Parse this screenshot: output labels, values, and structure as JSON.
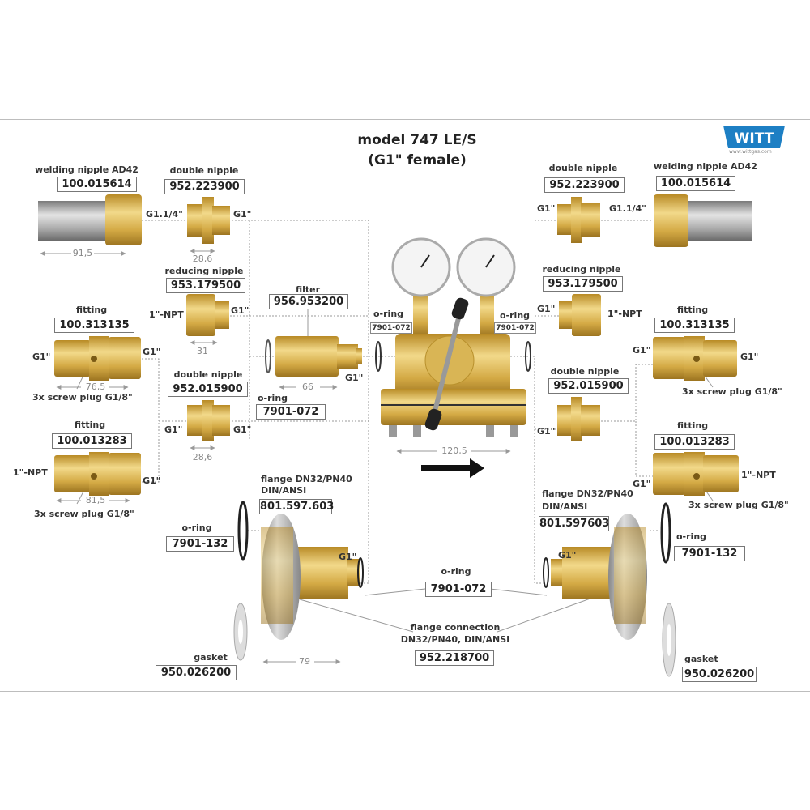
{
  "title": {
    "line1": "model 747 LE/S",
    "line2": "(G1\" female)"
  },
  "logo": {
    "text": "WITT",
    "url": "www.wittgas.com",
    "color": "#1d7fc4"
  },
  "colors": {
    "brass": "#d4aa45",
    "steel": "#9a9a9a",
    "line": "#999999"
  },
  "left": {
    "welding_nipple": {
      "label": "welding nipple AD42",
      "part": "100.015614",
      "dim": "91,5",
      "thread": "G1.1/4\""
    },
    "double_nipple_top": {
      "label": "double nipple",
      "part": "952.223900",
      "dim": "28,6",
      "thread": "G1\""
    },
    "reducing_nipple": {
      "label": "reducing nipple",
      "part": "953.179500",
      "dim": "31",
      "thread_in": "1\"-NPT",
      "thread_out": "G1\""
    },
    "fitting_1": {
      "label": "fitting",
      "part": "100.313135",
      "dim": "76,5",
      "thread_in": "G1\"",
      "thread_out": "G1\"",
      "note": "3x screw plug G1/8\""
    },
    "double_nipple_bottom": {
      "label": "double nipple",
      "part": "952.015900",
      "dim": "28,6",
      "thread_a": "G1\"",
      "thread_b": "G1\""
    },
    "fitting_2": {
      "label": "fitting",
      "part": "100.013283",
      "dim": "81,5",
      "thread_in": "1\"-NPT",
      "thread_out": "G1\"",
      "note": "3x screw plug G1/8\""
    },
    "filter": {
      "label": "filter",
      "part": "956.953200",
      "dim": "66",
      "thread": "G1\""
    },
    "filter_oring": {
      "label": "o-ring",
      "part": "7901-072"
    },
    "flange": {
      "label1": "flange DN32/PN40",
      "label2": "DIN/ANSI",
      "part": "801.597.603",
      "thread": "G1\"",
      "dim": "79"
    },
    "flange_oring": {
      "label": "o-ring",
      "part": "7901-132"
    },
    "gasket": {
      "label": "gasket",
      "part": "950.026200"
    }
  },
  "center": {
    "oring_left": {
      "label": "o-ring",
      "part": "7901-072"
    },
    "oring_right": {
      "label": "o-ring",
      "part": "7901-072"
    },
    "dim": "120,5",
    "oring_bottom": {
      "label": "o-ring",
      "part": "7901-072"
    },
    "flange_connection": {
      "label1": "flange connection",
      "label2": "DN32/PN40, DIN/ANSI",
      "part": "952.218700"
    }
  },
  "right": {
    "double_nipple_top": {
      "label": "double nipple",
      "part": "952.223900",
      "thread_a": "G1\"",
      "thread_b": "G1.1/4\""
    },
    "welding_nipple": {
      "label": "welding nipple AD42",
      "part": "100.015614"
    },
    "reducing_nipple": {
      "label": "reducing nipple",
      "part": "953.179500",
      "thread_a": "G1\"",
      "thread_b": "1\"-NPT"
    },
    "fitting_1": {
      "label": "fitting",
      "part": "100.313135",
      "thread_a": "G1\"",
      "thread_b": "G1\"",
      "note": "3x screw plug  G1/8\""
    },
    "double_nipple_bottom": {
      "label": "double nipple",
      "part": "952.015900",
      "thread": "G1\""
    },
    "fitting_2": {
      "label": "fitting",
      "part": "100.013283",
      "thread_a": "G1\"",
      "thread_b": "1\"-NPT",
      "note": "3x screw plug G1/8\""
    },
    "flange": {
      "label1": "flange DN32/PN40",
      "label2": "DIN/ANSI",
      "part": "801.597603",
      "thread": "G1\""
    },
    "flange_oring": {
      "label": "o-ring",
      "part": "7901-132"
    },
    "gasket": {
      "label": "gasket",
      "part": "950.026200"
    }
  }
}
